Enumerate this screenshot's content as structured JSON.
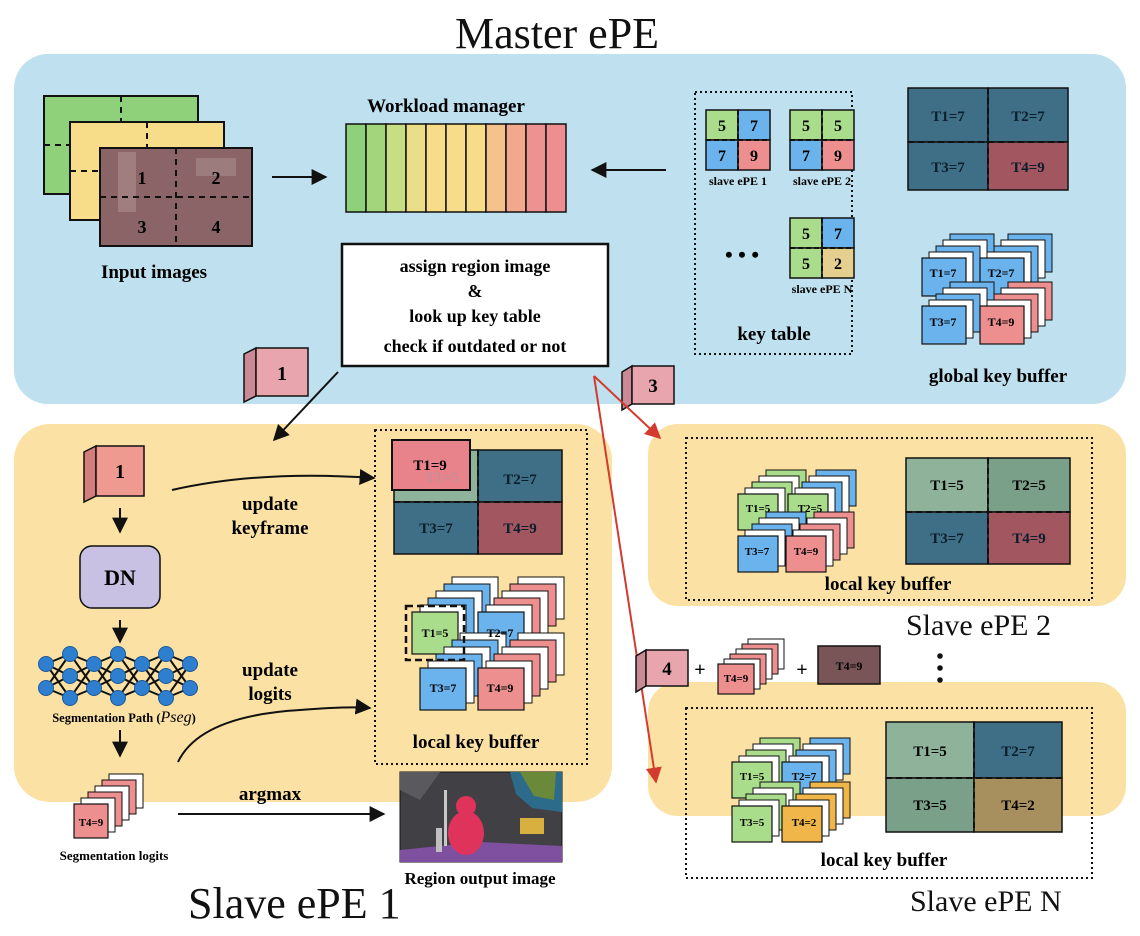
{
  "titles": {
    "master": "Master ePE",
    "slave1": "Slave ePE 1",
    "slave2": "Slave ePE 2",
    "slaveN": "Slave ePE N"
  },
  "master": {
    "workload_manager": "Workload manager",
    "input_images": "Input images",
    "input_quadrants": [
      "1",
      "2",
      "3",
      "4"
    ],
    "assign_box": [
      "assign region image",
      "&",
      "look up key table",
      "check if outdated or not"
    ],
    "key_table": {
      "label": "key table",
      "ellipsis": "• • •",
      "tables": [
        {
          "name": "slave ePE 1",
          "values": [
            "5",
            "7",
            "7",
            "9"
          ]
        },
        {
          "name": "slave ePE 2",
          "values": [
            "5",
            "5",
            "7",
            "9"
          ]
        },
        {
          "name": "slave ePE N",
          "values": [
            "5",
            "7",
            "5",
            "2"
          ]
        }
      ]
    },
    "global_frame": [
      "T1=7",
      "T2=7",
      "T3=7",
      "T4=9"
    ],
    "global_key_buffer": {
      "label": "global key buffer",
      "tiles": [
        "T1=7",
        "T2=7",
        "T3=7",
        "T4=9"
      ]
    }
  },
  "messages": {
    "m1": "1",
    "m3": "3",
    "m4": "4"
  },
  "slave1": {
    "region_tag": "1",
    "dn": "DN",
    "seg_path_prefix": "Segmentation Path (",
    "seg_path_var": "Pseg",
    "seg_path_suffix": ")",
    "seg_logits": "Segmentation logits",
    "logit_tile": "T4=9",
    "update_keyframe": [
      "update",
      "keyframe"
    ],
    "update_logits": [
      "update",
      "logits"
    ],
    "argmax": "argmax",
    "frame": [
      "T1=9",
      "T2=7",
      "T3=7",
      "T4=9"
    ],
    "frame_ghost": "T1=5",
    "buffer_tiles": [
      "T1=5",
      "T2=7",
      "T3=7",
      "T4=9"
    ],
    "local_key_buffer": "local key buffer",
    "region_output": "Region output image"
  },
  "slave2": {
    "buffer_tiles": [
      "T1=5",
      "T2=5",
      "T3=7",
      "T4=9"
    ],
    "frame": [
      "T1=5",
      "T2=5",
      "T3=7",
      "T4=9"
    ],
    "local_key_buffer": "local key buffer"
  },
  "slaveN": {
    "buffer_tiles": [
      "T1=5",
      "T2=7",
      "T3=5",
      "T4=2"
    ],
    "frame": [
      "T1=5",
      "T2=7",
      "T3=5",
      "T4=2"
    ],
    "local_key_buffer": "local key buffer",
    "incoming": {
      "plus": "+",
      "tile": "T4=9",
      "image": "T4=9"
    }
  },
  "colors": {
    "master_bg": "#bfe0ee",
    "slave_bg": "#fbe1a3",
    "green": "#a9dd8c",
    "yellow": "#f7dd8a",
    "blue": "#6ab3ec",
    "pink": "#ee8f8f",
    "orange": "#f0b64a",
    "tag": "#e8a5ae",
    "dn": "#c8c1e3",
    "arrow_red": "#d23b2e"
  }
}
